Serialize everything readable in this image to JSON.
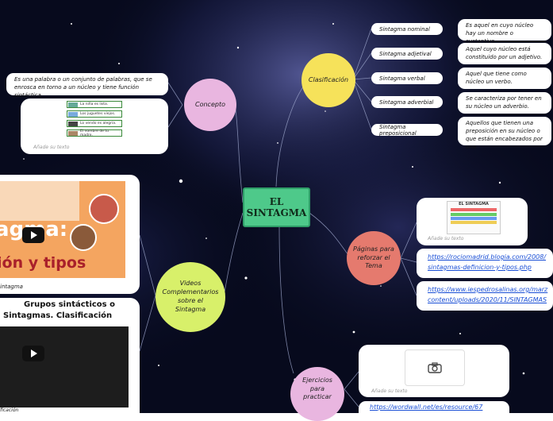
{
  "central": {
    "title_line1": "EL",
    "title_line2": "SINTAGMA"
  },
  "concepto": {
    "label": "Concepto",
    "definition": "Es una palabra o un conjunto de palabras, que se enrosca en torno a un núcleo y tiene función sintáctica.",
    "image_rows": [
      "La niña es lista.",
      "Los juguetes viejos.",
      "Lo vendo es alegría.",
      "El nombre de tu madre."
    ],
    "image_caption": "Añade su texto"
  },
  "clasificacion": {
    "label": "Clasificación",
    "items": [
      {
        "name": "Sintagma nominal",
        "desc": "Es aquel en cuyo núcleo hay un nombre o sustantivo"
      },
      {
        "name": "Sintagma adjetival",
        "desc": "Aquel cuyo núcleo está constituido por un adjetivo."
      },
      {
        "name": "Sintagma verbal",
        "desc": "Aquel que tiene como núcleo un verbo."
      },
      {
        "name": "Sintagma adverbial",
        "desc": "Se caracteriza por tener en su núcleo un adverbio."
      },
      {
        "name": "Sintagma preposicional",
        "desc": "Aquellos que tienen una preposición en su núcleo o que están encabezados por una."
      }
    ]
  },
  "paginas": {
    "label_line1": "Páginas para",
    "label_line2": "reforzar el",
    "label_line3": "Tema",
    "image_title": "EL SINTAGMA",
    "image_caption": "Añade su texto",
    "links": [
      {
        "line1": "https://rociomadrid.blogia.com/2008/",
        "line2": "sintagmas-definicion-y-tipos.php"
      },
      {
        "line1": "https://www.iespedrosalinas.org/marz",
        "line2": "content/uploads/2020/11/SINTAGMAS"
      }
    ]
  },
  "videos": {
    "label_line1": "Videos",
    "label_line2": "Complementarios",
    "label_line3": "sobre el",
    "label_line4": "Sintagma",
    "video1": {
      "big_line1": "agma:",
      "big_line2": "ión y tipos",
      "caption": "intagma"
    },
    "video2": {
      "title_line1": "Grupos sintácticos o",
      "title_line2": "Sintagmas. Clasificación",
      "caption": "ficación"
    }
  },
  "ejercicios": {
    "label_line1": "Ejercicios",
    "label_line2": "para",
    "label_line3": "practicar",
    "image_caption": "Añade su texto",
    "link": "https://wordwall.net/es/resource/67"
  },
  "colors": {
    "central": "#4ec98a",
    "concepto": "#e9b6e0",
    "clasificacion": "#f6e25a",
    "paginas": "#e57a6e",
    "videos": "#d8f06a",
    "ejercicios": "#e9b6e0",
    "link": "#1a4fd6"
  }
}
